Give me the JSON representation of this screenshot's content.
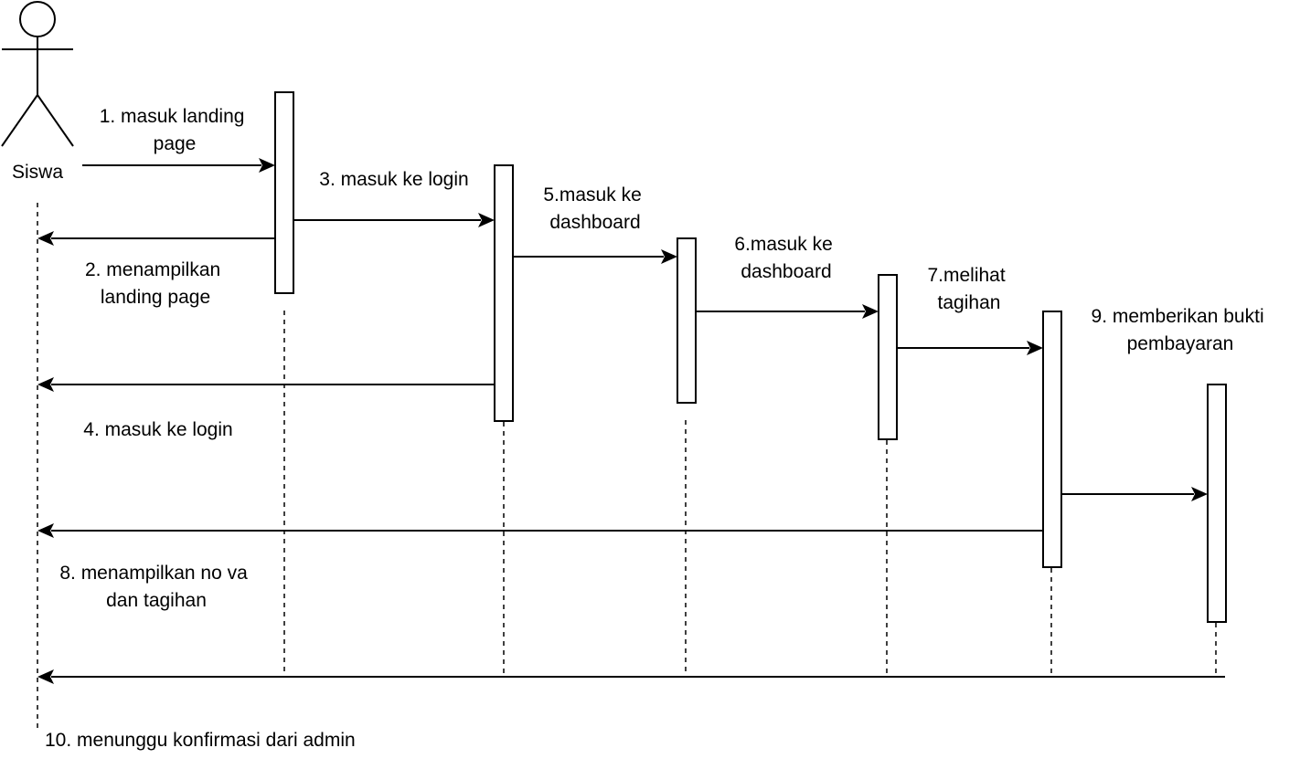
{
  "actor": {
    "name": "Siswa"
  },
  "messages": [
    {
      "number": "1",
      "lines": [
        "1. masuk landing",
        "page"
      ]
    },
    {
      "number": "2",
      "lines": [
        "2. menampilkan",
        "landing page"
      ]
    },
    {
      "number": "3",
      "lines": [
        "3. masuk ke login"
      ]
    },
    {
      "number": "4",
      "lines": [
        "4. masuk ke login"
      ]
    },
    {
      "number": "5",
      "lines": [
        "5.masuk ke",
        "dashboard"
      ]
    },
    {
      "number": "6",
      "lines": [
        "6.masuk ke",
        "dashboard"
      ]
    },
    {
      "number": "7",
      "lines": [
        "7.melihat",
        "tagihan"
      ]
    },
    {
      "number": "8",
      "lines": [
        "8. menampilkan no va",
        "dan tagihan"
      ]
    },
    {
      "number": "9",
      "lines": [
        "9. memberikan bukti",
        "pembayaran"
      ]
    },
    {
      "number": "10",
      "lines": [
        "10. menunggu konfirmasi dari admin"
      ]
    }
  ]
}
